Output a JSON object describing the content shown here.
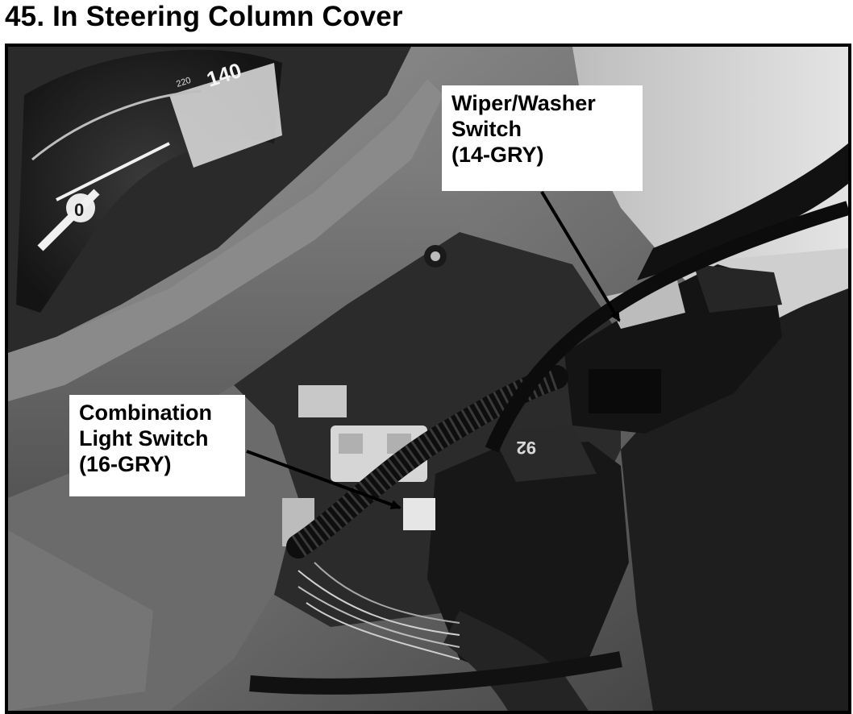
{
  "page": {
    "title": "45. In Steering Column Cover"
  },
  "photo": {
    "gauge_label_140": "140",
    "gauge_label_220": "220",
    "gauge_label_zero": "0",
    "connector_marking": "92"
  },
  "callouts": {
    "wiper": {
      "line1": "Wiper/Washer",
      "line2": "Switch",
      "line3": "(14-GRY)"
    },
    "combination": {
      "line1": "Combination",
      "line2": "Light Switch",
      "line3": "(16-GRY)"
    }
  },
  "colors": {
    "frame": "#000000",
    "callout_bg": "#ffffff",
    "arrow": "#000000"
  }
}
